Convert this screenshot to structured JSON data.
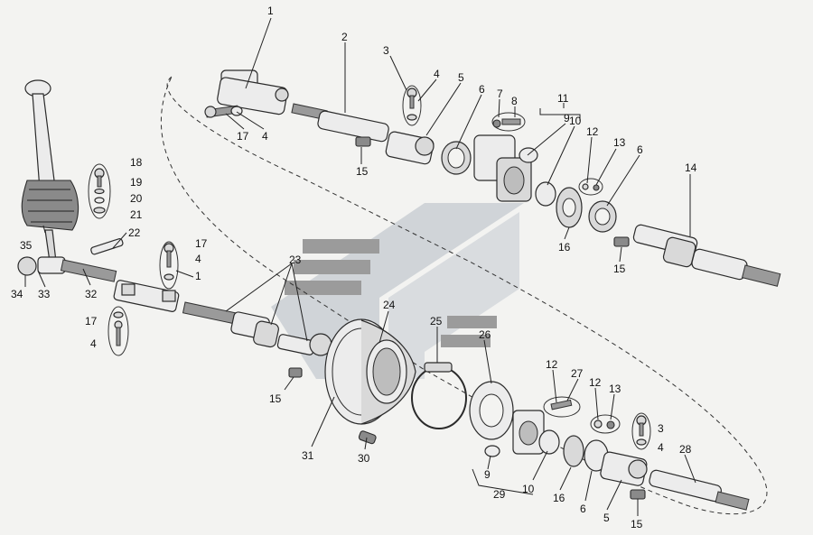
{
  "diagram": {
    "callouts": [
      {
        "id": "c1a",
        "label": "1"
      },
      {
        "id": "c2",
        "label": "2"
      },
      {
        "id": "c3a",
        "label": "3"
      },
      {
        "id": "c4a",
        "label": "4"
      },
      {
        "id": "c5a",
        "label": "5"
      },
      {
        "id": "c6a",
        "label": "6"
      },
      {
        "id": "c7",
        "label": "7"
      },
      {
        "id": "c8",
        "label": "8"
      },
      {
        "id": "c11",
        "label": "11"
      },
      {
        "id": "c9a",
        "label": "9"
      },
      {
        "id": "c10a",
        "label": "10"
      },
      {
        "id": "c12a",
        "label": "12"
      },
      {
        "id": "c13a",
        "label": "13"
      },
      {
        "id": "c6b",
        "label": "6"
      },
      {
        "id": "c14",
        "label": "14"
      },
      {
        "id": "c17a",
        "label": "17"
      },
      {
        "id": "c4b",
        "label": "4"
      },
      {
        "id": "c15a",
        "label": "15"
      },
      {
        "id": "c16a",
        "label": "16"
      },
      {
        "id": "c15b",
        "label": "15"
      },
      {
        "id": "c18",
        "label": "18"
      },
      {
        "id": "c19",
        "label": "19"
      },
      {
        "id": "c20",
        "label": "20"
      },
      {
        "id": "c21",
        "label": "21"
      },
      {
        "id": "c35",
        "label": "35"
      },
      {
        "id": "c22",
        "label": "22"
      },
      {
        "id": "c17b",
        "label": "17"
      },
      {
        "id": "c4c",
        "label": "4"
      },
      {
        "id": "c1b",
        "label": "1"
      },
      {
        "id": "c34",
        "label": "34"
      },
      {
        "id": "c33",
        "label": "33"
      },
      {
        "id": "c32",
        "label": "32"
      },
      {
        "id": "c23",
        "label": "23"
      },
      {
        "id": "c17c",
        "label": "17"
      },
      {
        "id": "c4d",
        "label": "4"
      },
      {
        "id": "c24",
        "label": "24"
      },
      {
        "id": "c25",
        "label": "25"
      },
      {
        "id": "c26",
        "label": "26"
      },
      {
        "id": "c15c",
        "label": "15"
      },
      {
        "id": "c31",
        "label": "31"
      },
      {
        "id": "c30",
        "label": "30"
      },
      {
        "id": "c12b",
        "label": "12"
      },
      {
        "id": "c27",
        "label": "27"
      },
      {
        "id": "c12c",
        "label": "12"
      },
      {
        "id": "c13b",
        "label": "13"
      },
      {
        "id": "c3b",
        "label": "3"
      },
      {
        "id": "c4e",
        "label": "4"
      },
      {
        "id": "c28",
        "label": "28"
      },
      {
        "id": "c9b",
        "label": "9"
      },
      {
        "id": "c29",
        "label": "29"
      },
      {
        "id": "c10b",
        "label": "10"
      },
      {
        "id": "c16b",
        "label": "16"
      },
      {
        "id": "c6c",
        "label": "6"
      },
      {
        "id": "c5b",
        "label": "5"
      },
      {
        "id": "c15d",
        "label": "15"
      }
    ],
    "colors": {
      "background": "#f3f3f1",
      "watermark": "#b5bcc4",
      "line": "#2b2b2b"
    }
  }
}
